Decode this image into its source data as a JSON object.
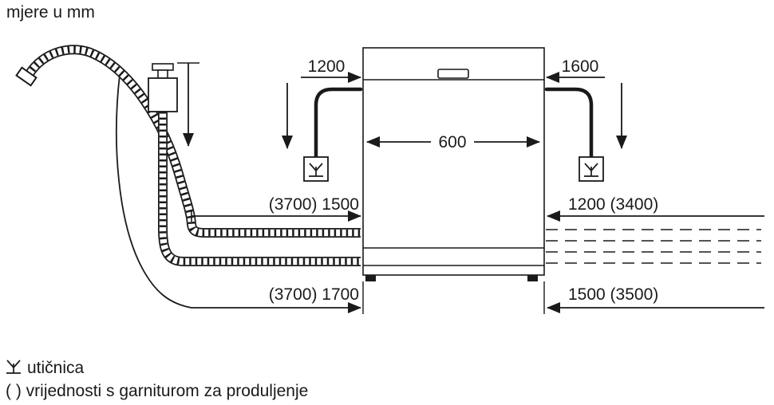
{
  "note_units": "mjere u mm",
  "dims": {
    "cord_left": "1200",
    "cord_right": "1600",
    "width": "600",
    "mid_left": "(3700) 1500",
    "mid_right": "1200 (3400)",
    "bottom_left": "(3700) 1700",
    "bottom_right": "1500 (3500)"
  },
  "legend": {
    "socket": "utičnica",
    "note": "( ) vrijednosti s garniturom za produljenje"
  },
  "icons": {
    "socket_symbol": "socket-outlet-icon"
  },
  "colors": {
    "ink": "#1a1a1a",
    "background": "#ffffff"
  }
}
